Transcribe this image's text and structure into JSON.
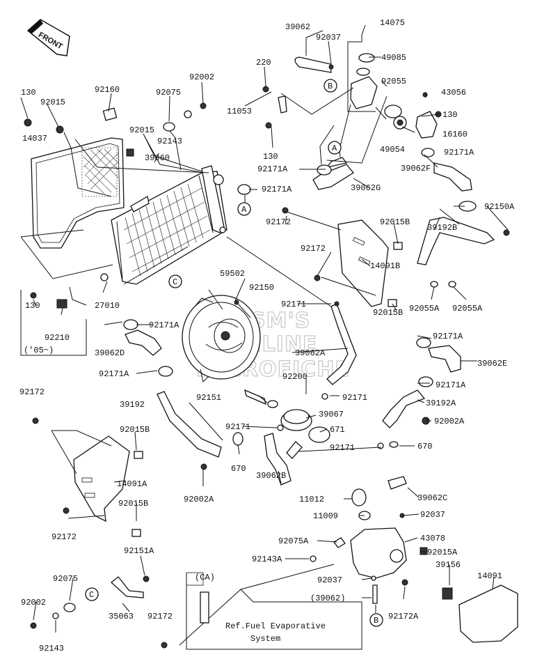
{
  "front_label": "FRONT",
  "watermark": [
    "BLSM'S",
    "ONLINE",
    "MICROFICHE"
  ],
  "note_ca": "(CA)",
  "note_ref": [
    "Ref.Fuel Evaporative",
    "System"
  ],
  "note_05": "('05~)",
  "parts": [
    "39062",
    "14075",
    "92037",
    "49085",
    "220",
    "92002",
    "92055",
    "43056",
    "130",
    "92015",
    "92160",
    "92075",
    "11053",
    "130",
    "92143",
    "16160",
    "49054",
    "92015",
    "130",
    "14037",
    "92171A",
    "92171A",
    "39060",
    "39062G",
    "39062F",
    "92171A",
    "92150A",
    "92172",
    "92015B",
    "39192B",
    "92172",
    "14091B",
    "27010",
    "59502",
    "92150",
    "130",
    "92210",
    "92171",
    "92015B",
    "92055A",
    "92055A",
    "92171A",
    "92171A",
    "39062D",
    "39062A",
    "39062E",
    "92171A",
    "92171A",
    "92200",
    "92151",
    "92171",
    "39192A",
    "39067",
    "92171",
    "671",
    "92002A",
    "92172",
    "39192",
    "92015B",
    "92171",
    "670",
    "670",
    "14091A",
    "92002A",
    "39062B",
    "11012",
    "39062C",
    "11009",
    "92037",
    "92015B",
    "92172",
    "43078",
    "92075A",
    "92015A",
    "92151A",
    "92143A",
    "39156",
    "14091",
    "92075",
    "92037",
    "(39062)",
    "92172A",
    "92002",
    "35063",
    "92172",
    "92143"
  ],
  "callouts": {
    "A1": "A",
    "A2": "A",
    "B1": "B",
    "B2": "B",
    "C1": "C",
    "C2": "C"
  }
}
